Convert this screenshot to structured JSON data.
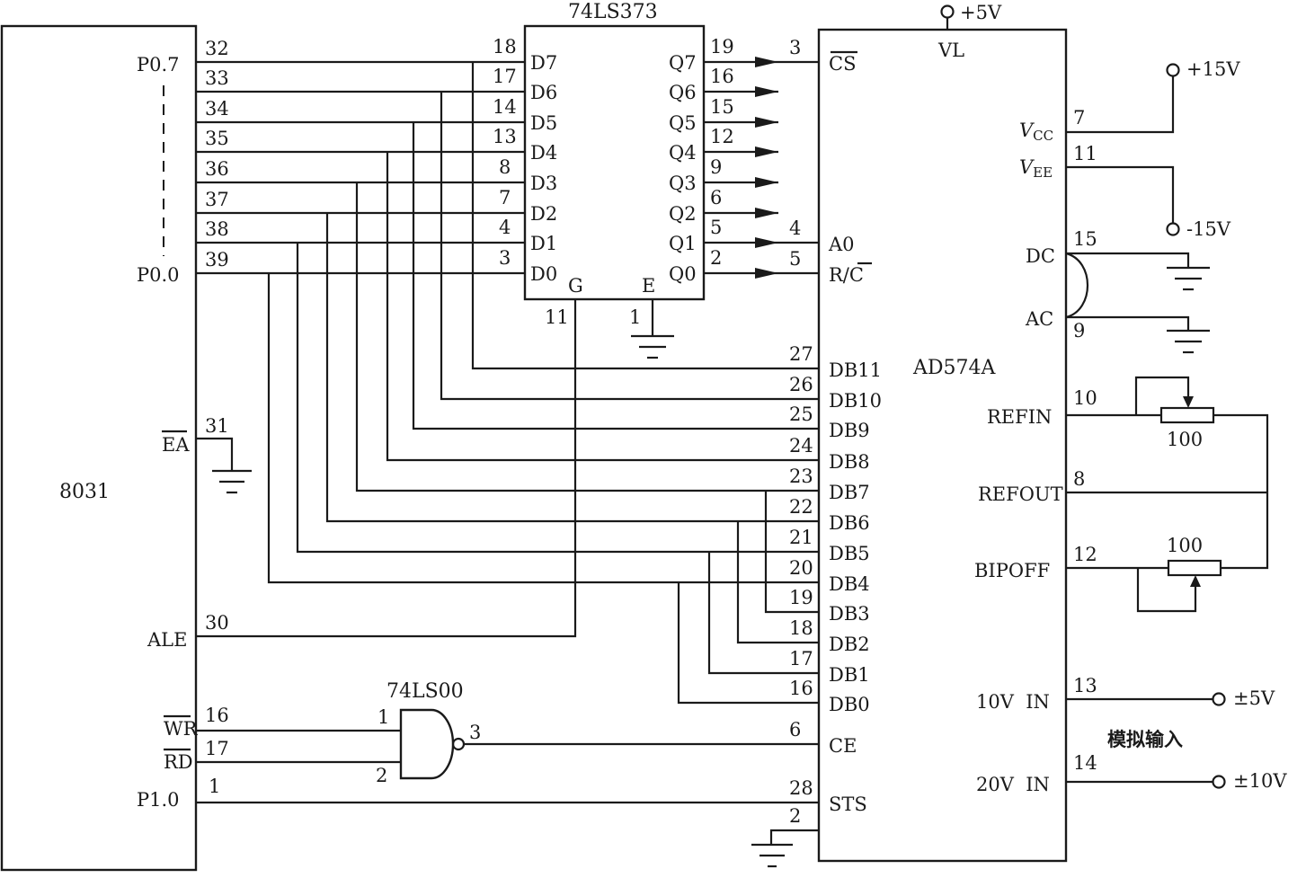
{
  "chips": {
    "mcu": "8031",
    "latch": "74LS373",
    "nand": "74LS00",
    "adc": "AD574A"
  },
  "mcu": {
    "p07": "P0.7",
    "p00": "P0.0",
    "ea": "EA",
    "ale": "ALE",
    "wr": "WR",
    "rd": "RD",
    "p10": "P1.0",
    "port_pins": [
      "32",
      "33",
      "34",
      "35",
      "36",
      "37",
      "38",
      "39"
    ],
    "ea_pin": "31",
    "ale_pin": "30",
    "wr_pin": "16",
    "rd_pin": "17",
    "p10_pin": "1"
  },
  "latch": {
    "d_labels": [
      "D7",
      "D6",
      "D5",
      "D4",
      "D3",
      "D2",
      "D1",
      "D0"
    ],
    "d_pins": [
      "18",
      "17",
      "14",
      "13",
      "8",
      "7",
      "4",
      "3"
    ],
    "q_labels": [
      "Q7",
      "Q6",
      "Q5",
      "Q4",
      "Q3",
      "Q2",
      "Q1",
      "Q0"
    ],
    "q_pins": [
      "19",
      "16",
      "15",
      "12",
      "9",
      "6",
      "5",
      "2"
    ],
    "g": "G",
    "e": "E",
    "g_pin": "11",
    "e_pin": "1"
  },
  "nand": {
    "in1": "1",
    "in2": "2",
    "out": "3"
  },
  "adc": {
    "vl": "VL",
    "supply": "+5V",
    "left_labels": [
      "CS",
      "A0",
      "R/C",
      "DB11",
      "DB10",
      "DB9",
      "DB8",
      "DB7",
      "DB6",
      "DB5",
      "DB4",
      "DB3",
      "DB2",
      "DB1",
      "DB0",
      "CE",
      "STS"
    ],
    "left_pins": [
      "3",
      "4",
      "5",
      "27",
      "26",
      "25",
      "24",
      "23",
      "22",
      "21",
      "20",
      "19",
      "18",
      "17",
      "16",
      "6",
      "28",
      "2"
    ],
    "vcc": "V",
    "vcc_sub": "CC",
    "vee": "V",
    "vee_sub": "EE",
    "dc": "DC",
    "ac": "AC",
    "refin": "REFIN",
    "refout": "REFOUT",
    "bipoff": "BIPOFF",
    "in10": "10V  IN",
    "in20": "20V  IN",
    "right_pins": [
      "7",
      "11",
      "15",
      "9",
      "10",
      "8",
      "12",
      "13",
      "14"
    ]
  },
  "supplies": {
    "p15": "+15V",
    "m15": "-15V"
  },
  "pots": {
    "r1": "100",
    "r2": "100"
  },
  "inputs": {
    "v5": "±5V",
    "v10": "±10V",
    "analog": "模拟输入"
  }
}
